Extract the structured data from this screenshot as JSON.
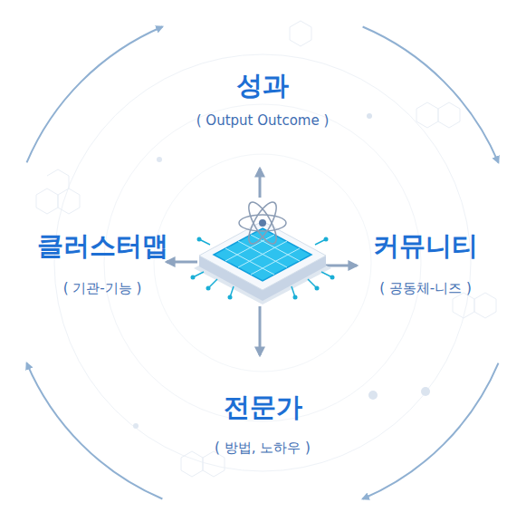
{
  "diagram": {
    "labels": [
      "성과",
      "( Output Outcome )",
      "클러스터맵",
      "( 기관-기능 )",
      "커뮤니티",
      "( 공동체-니즈 )",
      "전문가",
      "( 방법, 노하우 )"
    ]
  }
}
